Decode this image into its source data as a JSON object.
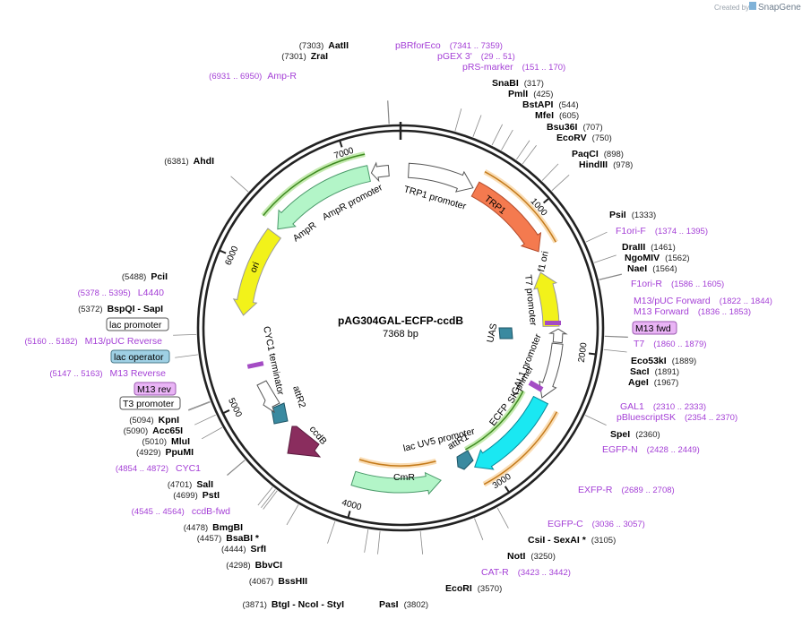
{
  "plasmid": {
    "name": "pAG304GAL-ECFP-ccdB",
    "length_label": "7368 bp",
    "length": 7368
  },
  "credit": {
    "prefix": "Created by",
    "brand": "SnapGene"
  },
  "ticks": [
    {
      "label": "1000",
      "bp": 1000
    },
    {
      "label": "2000",
      "bp": 2000
    },
    {
      "label": "3000",
      "bp": 3000
    },
    {
      "label": "4000",
      "bp": 4000
    },
    {
      "label": "5000",
      "bp": 5000
    },
    {
      "label": "6000",
      "bp": 6000
    },
    {
      "label": "7000",
      "bp": 7000
    }
  ],
  "sites": [
    {
      "name": "AatII",
      "pos": "(7303)",
      "bp": 7303
    },
    {
      "name": "ZraI",
      "pos": "(7301)",
      "bp": 7301
    },
    {
      "name": "SnaBI",
      "pos": "(317)",
      "bp": 317
    },
    {
      "name": "PmlI",
      "pos": "(425)",
      "bp": 425
    },
    {
      "name": "BstAPI",
      "pos": "(544)",
      "bp": 544
    },
    {
      "name": "MfeI",
      "pos": "(605)",
      "bp": 605
    },
    {
      "name": "Bsu36I",
      "pos": "(707)",
      "bp": 707
    },
    {
      "name": "EcoRV",
      "pos": "(750)",
      "bp": 750
    },
    {
      "name": "PaqCI",
      "pos": "(898)",
      "bp": 898
    },
    {
      "name": "HindIII",
      "pos": "(978)",
      "bp": 978
    },
    {
      "name": "PsiI",
      "pos": "(1333)",
      "bp": 1333
    },
    {
      "name": "DraIII",
      "pos": "(1461)",
      "bp": 1461
    },
    {
      "name": "NgoMIV",
      "pos": "(1562)",
      "bp": 1562
    },
    {
      "name": "NaeI",
      "pos": "(1564)",
      "bp": 1564
    },
    {
      "name": "Eco53kI",
      "pos": "(1889)",
      "bp": 1889
    },
    {
      "name": "SacI",
      "pos": "(1891)",
      "bp": 1891
    },
    {
      "name": "AgeI",
      "pos": "(1967)",
      "bp": 1967
    },
    {
      "name": "SpeI",
      "pos": "(2360)",
      "bp": 2360
    },
    {
      "name": "CsiI  -  SexAI *",
      "pos": "(3105)",
      "bp": 3105
    },
    {
      "name": "NotI",
      "pos": "(3250)",
      "bp": 3250
    },
    {
      "name": "EcoRI",
      "pos": "(3570)",
      "bp": 3570
    },
    {
      "name": "PasI",
      "pos": "(3802)",
      "bp": 3802
    },
    {
      "name": "BtgI  -  NcoI  -  StyI",
      "pos": "(3871)",
      "bp": 3871
    },
    {
      "name": "BssHII",
      "pos": "(4067)",
      "bp": 4067
    },
    {
      "name": "BbvCI",
      "pos": "(4298)",
      "bp": 4298
    },
    {
      "name": "SrfI",
      "pos": "(4444)",
      "bp": 4444
    },
    {
      "name": "BsaBI *",
      "pos": "(4457)",
      "bp": 4457
    },
    {
      "name": "BmgBI",
      "pos": "(4478)",
      "bp": 4478
    },
    {
      "name": "PstI",
      "pos": "(4699)",
      "bp": 4699
    },
    {
      "name": "SalI",
      "pos": "(4701)",
      "bp": 4701
    },
    {
      "name": "PpuMI",
      "pos": "(4929)",
      "bp": 4929
    },
    {
      "name": "MluI",
      "pos": "(5010)",
      "bp": 5010
    },
    {
      "name": "Acc65I",
      "pos": "(5090)",
      "bp": 5090
    },
    {
      "name": "KpnI",
      "pos": "(5094)",
      "bp": 5094
    },
    {
      "name": "BspQI  -  SapI",
      "pos": "(5372)",
      "bp": 5372
    },
    {
      "name": "PciI",
      "pos": "(5488)",
      "bp": 5488
    },
    {
      "name": "AhdI",
      "pos": "(6381)",
      "bp": 6381
    }
  ],
  "primers": [
    {
      "name": "pBRforEco",
      "range": "(7341 .. 7359)"
    },
    {
      "name": "pGEX 3'",
      "range": "(29 .. 51)"
    },
    {
      "name": "pRS-marker",
      "range": "(151 .. 170)"
    },
    {
      "name": "Amp-R",
      "range": "(6931 .. 6950)"
    },
    {
      "name": "F1ori-F",
      "range": "(1374 .. 1395)"
    },
    {
      "name": "F1ori-R",
      "range": "(1586 .. 1605)"
    },
    {
      "name": "M13/pUC Forward",
      "range": "(1822 .. 1844)"
    },
    {
      "name": "M13 Forward",
      "range": "(1836 .. 1853)"
    },
    {
      "name": "T7",
      "range": "(1860 .. 1879)"
    },
    {
      "name": "GAL1",
      "range": "(2310 .. 2333)"
    },
    {
      "name": "pBluescriptSK",
      "range": "(2354 .. 2370)"
    },
    {
      "name": "EGFP-N",
      "range": "(2428 .. 2449)"
    },
    {
      "name": "EXFP-R",
      "range": "(2689 .. 2708)"
    },
    {
      "name": "EGFP-C",
      "range": "(3036 .. 3057)"
    },
    {
      "name": "CAT-R",
      "range": "(3423 .. 3442)"
    },
    {
      "name": "ccdB-fwd",
      "range": "(4545 .. 4564)"
    },
    {
      "name": "CYC1",
      "range": "(4854 .. 4872)"
    },
    {
      "name": "M13 Reverse",
      "range": "(5147 .. 5163)"
    },
    {
      "name": "M13/pUC Reverse",
      "range": "(5160 .. 5182)"
    },
    {
      "name": "L4440",
      "range": "(5378 .. 5395)"
    }
  ],
  "boxed_labels": [
    {
      "name": "M13 fwd",
      "style": "primer"
    },
    {
      "name": "lac promoter",
      "style": "white"
    },
    {
      "name": "lac operator",
      "style": "blue"
    },
    {
      "name": "M13 rev",
      "style": "primer"
    },
    {
      "name": "T3 promoter",
      "style": "white"
    }
  ],
  "features": [
    {
      "name": "TRP1 promoter",
      "color": "#ffffff"
    },
    {
      "name": "TRP1",
      "color": "#f47a4f"
    },
    {
      "name": "f1 ori",
      "color": "#f2f21a"
    },
    {
      "name": "T7 promoter",
      "color": "#ffffff"
    },
    {
      "name": "UAS",
      "color": "#3a8aa0"
    },
    {
      "name": "GAL1 promoter",
      "color": "#ffffff"
    },
    {
      "name": "SK primer",
      "color": "#a44cc4"
    },
    {
      "name": "ECFP",
      "color": "#1ae8f2"
    },
    {
      "name": "lac UV5 promoter",
      "color": "#ffffff"
    },
    {
      "name": "attR1",
      "color": "#3a8aa0"
    },
    {
      "name": "CmR",
      "color": "#b3f5c8"
    },
    {
      "name": "ccdB",
      "color": "#8a2d5e"
    },
    {
      "name": "attR2",
      "color": "#3a8aa0"
    },
    {
      "name": "CYC1 terminator",
      "color": "#ffffff"
    },
    {
      "name": "ori",
      "color": "#f2f21a"
    },
    {
      "name": "AmpR",
      "color": "#b3f5c8"
    },
    {
      "name": "AmpR promoter",
      "color": "#ffffff"
    }
  ]
}
